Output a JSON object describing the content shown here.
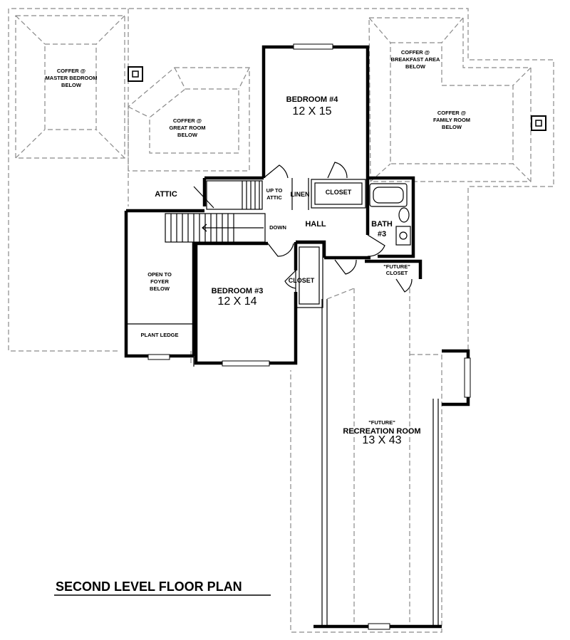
{
  "plan": {
    "title": "SECOND LEVEL FLOOR PLAN",
    "rooms": {
      "bedroom4_name": "BEDROOM #4",
      "bedroom4_size": "12 X 15",
      "bedroom3_name": "BEDROOM #3",
      "bedroom3_size": "12 X 14",
      "recreation_future": "\"FUTURE\"",
      "recreation_name": "RECREATION ROOM",
      "recreation_size": "13 X 43",
      "bath_name": "BATH",
      "bath_num": "#3",
      "hall": "HALL",
      "closet_upper": "CLOSET",
      "closet_lower": "CLOSET",
      "future_closet_1": "\"FUTURE\"",
      "future_closet_2": "CLOSET",
      "linen": "LINEN",
      "attic": "ATTIC",
      "up_to_attic_1": "UP TO",
      "up_to_attic_2": "ATTIC",
      "down": "DOWN",
      "plant_ledge": "PLANT LEDGE",
      "open_foyer_1": "OPEN TO",
      "open_foyer_2": "FOYER",
      "open_foyer_3": "BELOW"
    },
    "coffers": {
      "master_1": "COFFER @",
      "master_2": "MASTER BEDROOM",
      "master_3": "BELOW",
      "great_1": "COFFER @",
      "great_2": "GREAT ROOM",
      "great_3": "BELOW",
      "breakfast_1": "COFFER @",
      "breakfast_2": "BREAKFAST AREA",
      "breakfast_3": "BELOW",
      "family_1": "COFFER @",
      "family_2": "FAMILY ROOM",
      "family_3": "BELOW"
    }
  }
}
